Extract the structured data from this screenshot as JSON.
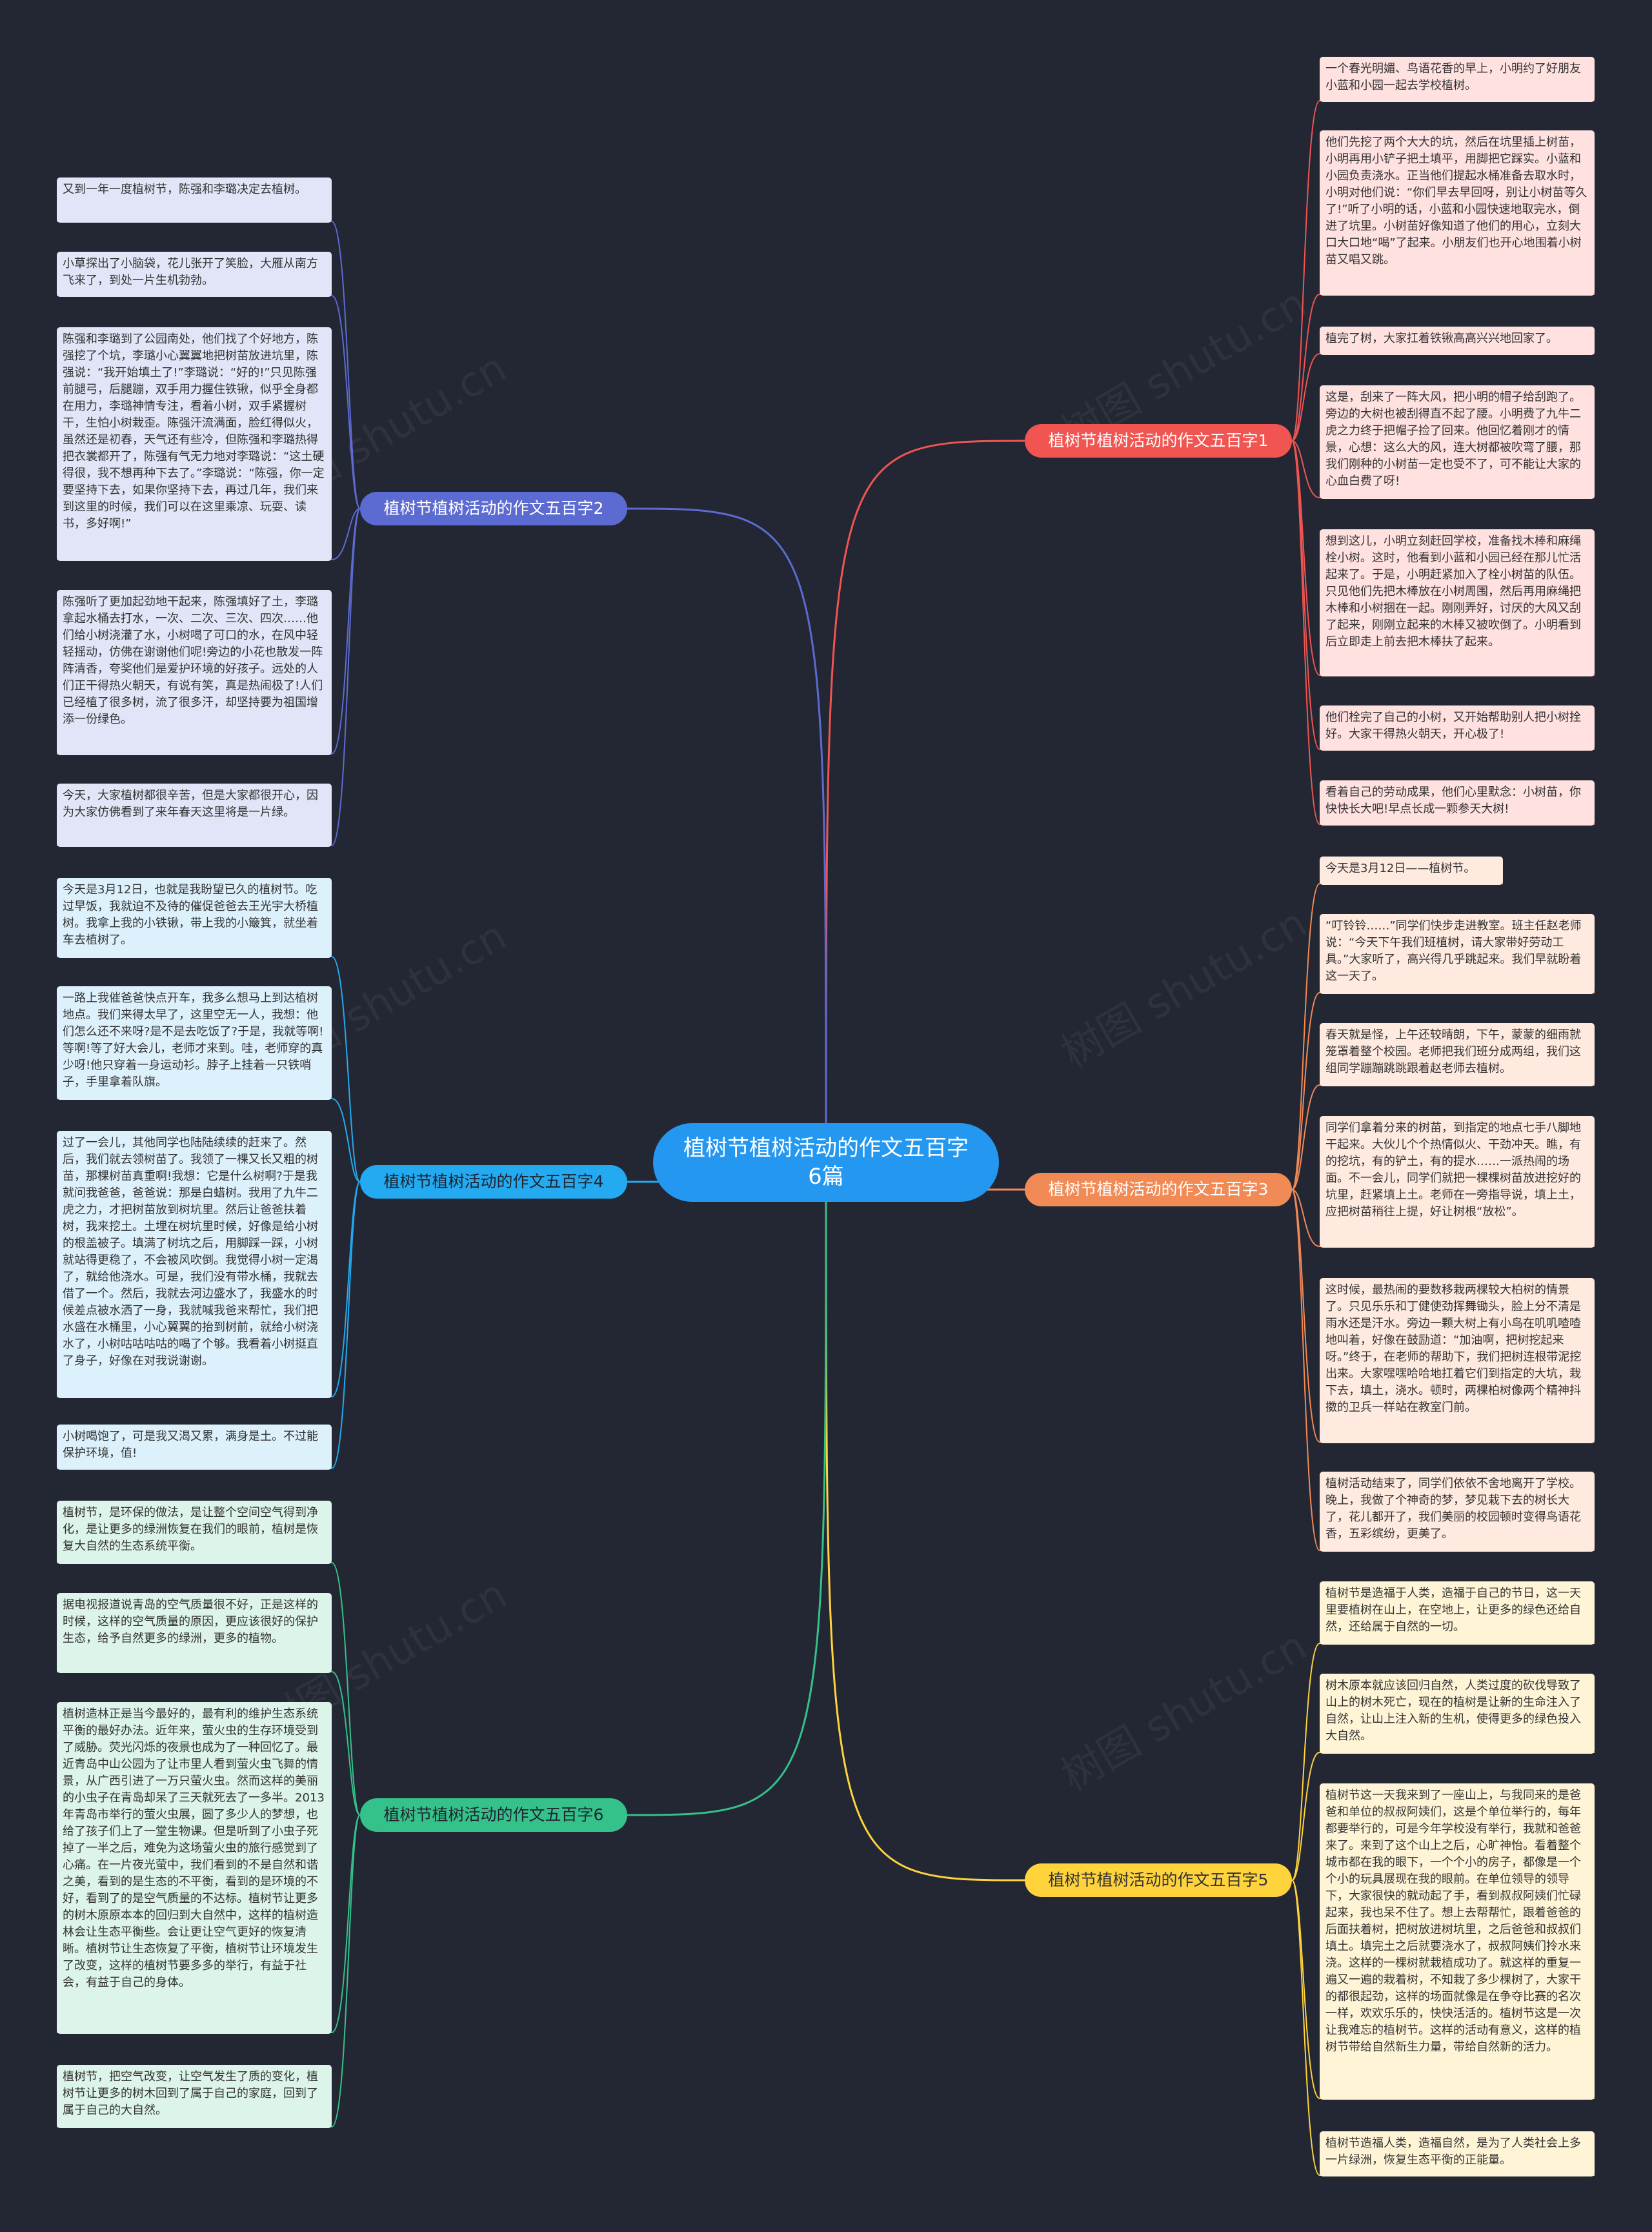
{
  "root": {
    "title": "植树节植树活动的作文五百字6篇"
  },
  "branches": [
    {
      "label": "植树节植树活动的作文五百字1",
      "color": "#f05552",
      "leaves": [
        "一个春光明媚、鸟语花香的早上，小明约了好朋友小蓝和小园一起去学校植树。",
        "他们先挖了两个大大的坑，然后在坑里插上树苗，小明再用小铲子把土填平，用脚把它踩实。小蓝和小园负责浇水。正当他们提起水桶准备去取水时，小明对他们说：“你们早去早回呀，别让小树苗等久了!”听了小明的话，小蓝和小园快速地取完水，倒进了坑里。小树苗好像知道了他们的用心，立刻大口大口地“喝”了起来。小朋友们也开心地围着小树苗又唱又跳。",
        "植完了树，大家扛着铁锹高高兴兴地回家了。",
        "这是，刮来了一阵大风，把小明的帽子给刮跑了。旁边的大树也被刮得直不起了腰。小明费了九牛二虎之力终于把帽子捡了回来。他回忆着刚才的情景，心想：这么大的风，连大树都被吹弯了腰，那我们刚种的小树苗一定也受不了，可不能让大家的心血白费了呀!",
        "想到这儿，小明立刻赶回学校，准备找木棒和麻绳栓小树。这时，他看到小蓝和小园已经在那儿忙活起来了。于是，小明赶紧加入了栓小树苗的队伍。只见他们先把木棒放在小树周围，然后再用麻绳把木棒和小树捆在一起。刚刚弄好，讨厌的大风又刮了起来，刚刚立起来的木棒又被吹倒了。小明看到后立即走上前去把木棒扶了起来。",
        "他们栓完了自己的小树，又开始帮助别人把小树拴好。大家干得热火朝天，开心极了!",
        "看着自己的劳动成果，他们心里默念：小树苗，你快快长大吧!早点长成一颗参天大树!"
      ]
    },
    {
      "label": "植树节植树活动的作文五百字3",
      "color": "#f28a56",
      "leaves": [
        "今天是3月12日——植树节。",
        "“叮铃铃……”同学们快步走进教室。班主任赵老师说：“今天下午我们班植树，请大家带好劳动工具。”大家听了，高兴得几乎跳起来。我们早就盼着这一天了。",
        "春天就是怪，上午还较晴朗，下午，蒙蒙的细雨就笼罩着整个校园。老师把我们班分成两组，我们这组同学蹦蹦跳跳跟着赵老师去植树。",
        "同学们拿着分来的树苗，到指定的地点七手八脚地干起来。大伙儿个个热情似火、干劲冲天。瞧，有的挖坑，有的铲土，有的提水……一派热闹的场面。不一会儿，同学们就把一棵棵树苗放进挖好的坑里，赶紧填上土。老师在一旁指导说，填上土，应把树苗稍往上提，好让树根“放松”。",
        "这时候，最热闹的要数移栽两棵较大柏树的情景了。只见乐乐和丁健使劲挥舞锄头，脸上分不清是雨水还是汗水。旁边一颗大树上有小鸟在叽叽喳喳地叫着，好像在鼓励道：“加油啊，把树挖起来呀。”终于，在老师的帮助下，我们把树连根带泥挖出来。大家嘿嘿哈哈地扛着它们到指定的大坑，栽下去，填土，浇水。顿时，两棵柏树像两个精神抖擞的卫兵一样站在教室门前。",
        "植树活动结束了，同学们依依不舍地离开了学校。晚上，我做了个神奇的梦，梦见栽下去的树长大了，花儿都开了，我们美丽的校园顿时变得鸟语花香，五彩缤纷，更美了。"
      ]
    },
    {
      "label": "植树节植树活动的作文五百字5",
      "color": "#ffd33c",
      "leaves": [
        "植树节是造福于人类，造福于自己的节日，这一天里要植树在山上，在空地上，让更多的绿色还给自然，还给属于自然的一切。",
        "树木原本就应该回归自然，人类过度的砍伐导致了山上的树木死亡，现在的植树是让新的生命注入了自然，让山上注入新的生机，使得更多的绿色投入大自然。",
        "植树节这一天我来到了一座山上，与我同来的是爸爸和单位的叔叔阿姨们，这是个单位举行的，每年都要举行的，可是今年学校没有举行，我就和爸爸来了。来到了这个山上之后，心旷神怡。看着整个城市都在我的眼下，一个个小的房子，都像是一个个小的玩具展现在我的眼前。在单位领导的领导下，大家很快的就动起了手，看到叔叔阿姨们忙碌起来，我也呆不住了。想上去帮帮忙，跟着爸爸的后面扶着树，把树放进树坑里，之后爸爸和叔叔们填土。填完土之后就要浇水了，叔叔阿姨们拎水来浇。这样的一棵树就栽植成功了。就这样的重复一遍又一遍的栽着树，不知栽了多少棵树了，大家干的都很起劲，这样的场面就像是在争夺比赛的名次一样，欢欢乐乐的，快快活活的。植树节这是一次让我难忘的植树节。这样的活动有意义，这样的植树节带给自然新生力量，带给自然新的活力。",
        "植树节造福人类，造福自然，是为了人类社会上多一片绿洲，恢复生态平衡的正能量。"
      ]
    },
    {
      "label": "植树节植树活动的作文五百字2",
      "color": "#5c6bd2",
      "leaves": [
        "又到一年一度植树节，陈强和李璐决定去植树。",
        "小草探出了小脑袋，花儿张开了笑脸，大雁从南方飞来了，到处一片生机勃勃。",
        "陈强和李璐到了公园南处，他们找了个好地方，陈强挖了个坑，李璐小心翼翼地把树苗放进坑里，陈强说：“我开始填土了!”李璐说：“好的!”只见陈强前腿弓，后腿蹦，双手用力握住铁锹，似乎全身都在用力，李璐神情专注，看着小树，双手紧握树干，生怕小树栽歪。陈强汗流满面，脸红得似火，虽然还是初春，天气还有些冷，但陈强和李璐热得把衣裳都开了，陈强有气无力地对李璐说：“这土硬得很，我不想再种下去了。”李璐说：“陈强，你一定要坚持下去，如果你坚持下去，再过几年，我们来到这里的时候，我们可以在这里乘凉、玩耍、读书，多好啊!”",
        "陈强听了更加起劲地干起来，陈强填好了土，李璐拿起水桶去打水，一次、二次、三次、四次……他们给小树浇灌了水，小树喝了可口的水，在风中轻轻摇动，仿佛在谢谢他们呢!旁边的小花也散发一阵阵清香，夸奖他们是爱护环境的好孩子。远处的人们正干得热火朝天，有说有笑，真是热闹极了!人们已经植了很多树，流了很多汗，却坚持要为祖国增添一份绿色。",
        "今天，大家植树都很辛苦，但是大家都很开心，因为大家仿佛看到了来年春天这里将是一片绿。"
      ]
    },
    {
      "label": "植树节植树活动的作文五百字4",
      "color": "#23aaf1",
      "leaves": [
        "今天是3月12日，也就是我盼望已久的植树节。吃过早饭，我就迫不及待的催促爸爸去王光宇大桥植树。我拿上我的小铁锹，带上我的小簸箕，就坐着车去植树了。",
        "一路上我催爸爸快点开车，我多么想马上到达植树地点。我们来得太早了，这里空无一人，我想：他们怎么还不来呀?是不是去吃饭了?于是，我就等啊!等啊!等了好大会儿，老师才来到。哇，老师穿的真少呀!他只穿着一身运动衫。脖子上挂着一只铁哨子，手里拿着队旗。",
        "过了一会儿，其他同学也陆陆续续的赶来了。然后，我们就去领树苗了。我领了一棵又长又粗的树苗，那棵树苗真重啊!我想：它是什么树啊?于是我就问我爸爸，爸爸说：那是白蜡树。我用了九牛二虎之力，才把树苗放到树坑里。然后让爸爸扶着树，我来挖土。土埋在树坑里时候，好像是给小树的根盖被子。填满了树坑之后，用脚踩一踩，小树就站得更稳了，不会被风吹倒。我觉得小树一定渴了，就给他浇水。可是，我们没有带水桶，我就去借了一个。然后，我就去河边盛水了，我盛水的时候差点被水洒了一身，我就喊我爸来帮忙，我们把水盛在水桶里，小心翼翼的抬到树前，就给小树浇水了，小树咕咕咕咕的喝了个够。我看着小树挺直了身子，好像在对我说谢谢。",
        "小树喝饱了，可是我又渴又累，满身是土。不过能保护环境，值!"
      ]
    },
    {
      "label": "植树节植树活动的作文五百字6",
      "color": "#35c18a",
      "leaves": [
        "植树节，是环保的做法，是让整个空间空气得到净化，是让更多的绿洲恢复在我们的眼前，植树是恢复大自然的生态系统平衡。",
        "据电视报道说青岛的空气质量很不好，正是这样的时候，这样的空气质量的原因，更应该很好的保护生态，给予自然更多的绿洲，更多的植物。",
        "植树造林正是当今最好的，最有利的维护生态系统平衡的最好办法。近年来，萤火虫的生存环境受到了威胁。荧光闪烁的夜景也成为了一种回忆了。最近青岛中山公园为了让市里人看到萤火虫飞舞的情景，从广西引进了一万只萤火虫。然而这样的美丽的小虫子在青岛却呆了三天就死去了一多半。2013年青岛市举行的萤火虫展，圆了多少人的梦想，也给了孩子们上了一堂生物课。但是听到了小虫子死掉了一半之后，难免为这场萤火虫的旅行感觉到了心痛。在一片夜光萤中，我们看到的不是自然和谐之美，看到的是生态的不平衡，看到的是环境的不好，看到了的是空气质量的不达标。植树节让更多的树木原原本本的回归到大自然中，这样的植树造林会让生态平衡些。会让更让空气更好的恢复清晰。植树节让生态恢复了平衡，植树节让环境发生了改变，这样的植树节要多多的举行，有益于社会，有益于自己的身体。",
        "植树节，把空气改变，让空气发生了质的变化，植树节让更多的树木回到了属于自己的家庭，回到了属于自己的大自然。"
      ]
    }
  ]
}
